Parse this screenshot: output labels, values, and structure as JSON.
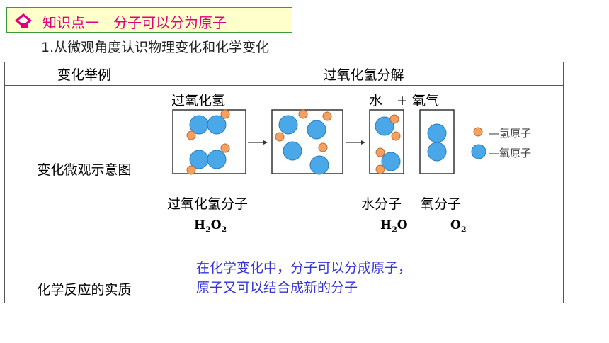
{
  "header": {
    "title": "知识点一　分子可以分为原子",
    "subtitle": "1.从微观角度认识物理变化和化学变化"
  },
  "table": {
    "col1_header": "变化举例",
    "col2_header": "过氧化氢分解",
    "row_diagram_label": "变化微观示意图",
    "row_essence_label": "化学反应的实质",
    "essence_line1": "在化学变化中，分子可以分成原子，",
    "essence_line2": "原子又可以结合成新的分子"
  },
  "diagram": {
    "reactant_label": "过氧化氢",
    "product_water": "水",
    "product_oxygen": "+ 氧气",
    "legend_hydrogen": "氢原子",
    "legend_oxygen": "氧原子",
    "legend_dash": "—",
    "molecule_h2o2_name": "过氧化氢分子",
    "molecule_h2o_name": "水分子",
    "molecule_o2_name": "氧分子",
    "formula_h2o2": {
      "a": "H",
      "b": "2",
      "c": "O",
      "d": "2"
    },
    "formula_h2o": {
      "a": "H",
      "b": "2",
      "c": "O"
    },
    "formula_o2": {
      "a": "O",
      "b": "2"
    },
    "colors": {
      "hydrogen": "#f4a060",
      "oxygen": "#4aa8e8",
      "title_pink": "#e0007a",
      "essence_blue": "#3535d6"
    }
  }
}
